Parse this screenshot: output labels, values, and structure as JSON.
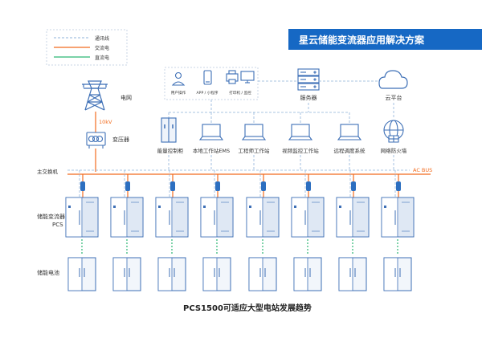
{
  "banner": {
    "title": "星云储能变流器应用解决方案",
    "color": "#1668c4"
  },
  "legend": {
    "items": [
      {
        "label": "通讯线",
        "color": "#8fb3d9",
        "style": "dashed"
      },
      {
        "label": "交流电",
        "color": "#f26b1d",
        "style": "solid"
      },
      {
        "label": "直流电",
        "color": "#2bb673",
        "style": "solid"
      }
    ]
  },
  "grid": {
    "label": "电网",
    "voltage": "10kV",
    "transformer_label": "变压器"
  },
  "terminals": [
    {
      "label": "用户操作",
      "icon": "user-icon"
    },
    {
      "label": "APP / 小程序",
      "icon": "phone-icon"
    },
    {
      "label": "打印机 / 监控",
      "icon": "printer-icon"
    }
  ],
  "server": {
    "label": "服务器"
  },
  "cloud": {
    "label": "云平台"
  },
  "top_devices": [
    {
      "label": "能量控制柜",
      "icon": "cabinet-icon"
    },
    {
      "label": "本地工作站EMS",
      "icon": "monitor-icon"
    },
    {
      "label": "工程师工作站",
      "icon": "monitor-icon"
    },
    {
      "label": "视频监控工作站",
      "icon": "monitor-icon"
    },
    {
      "label": "远程调度系统",
      "icon": "monitor-icon"
    },
    {
      "label": "网络防火墙",
      "icon": "firewall-icon"
    }
  ],
  "bus": {
    "left_label": "主交换机",
    "right_label": "AC BUS"
  },
  "pcs": {
    "label_line1": "储能变流器",
    "label_line2": "PCS",
    "unit_count": 8
  },
  "battery": {
    "label": "储能电池",
    "unit_count": 8
  },
  "caption": "PCS1500可适应大型电站发展趋势",
  "colors": {
    "comm": "#8fb3d9",
    "ac": "#f26b1d",
    "dc": "#2bb673",
    "icon": "#3d6fb6",
    "connector": "#2d6fc0"
  }
}
